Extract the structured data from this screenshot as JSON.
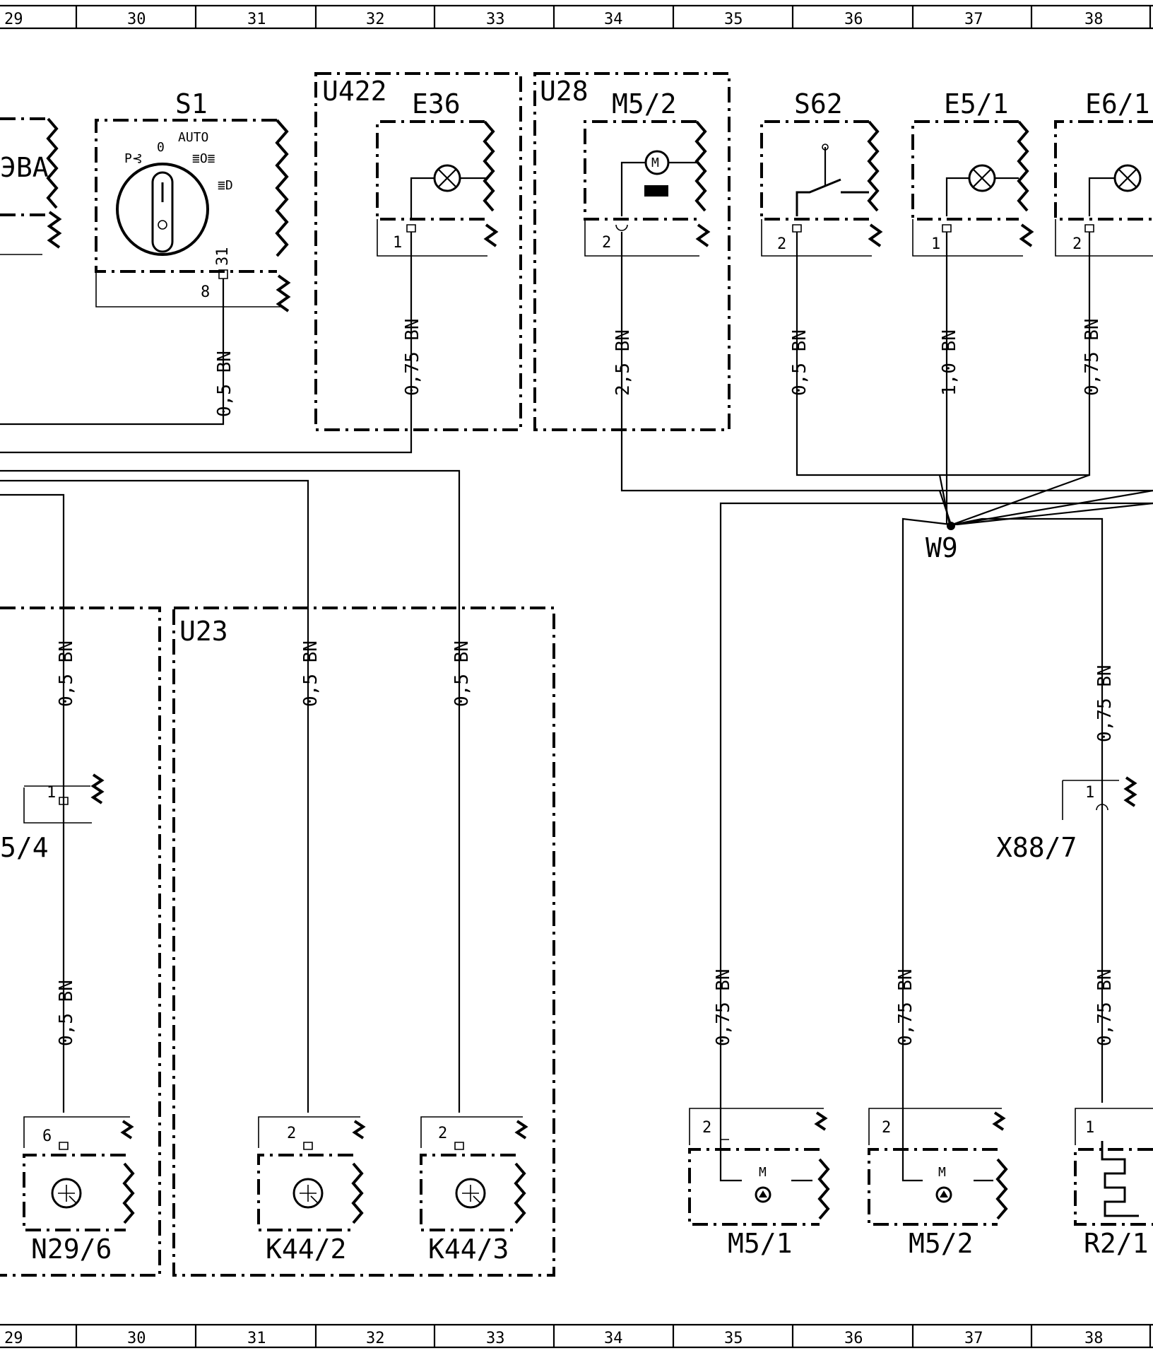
{
  "grid": {
    "columns": [
      "29",
      "30",
      "31",
      "32",
      "33",
      "34",
      "35",
      "36",
      "37",
      "38"
    ]
  },
  "groups": {
    "u422": "U422",
    "u28": "U28",
    "u23": "U23"
  },
  "components": {
    "s1": "S1",
    "e36": "E36",
    "m5_2_top": "M5/2",
    "s62": "S62",
    "e5_1": "E5/1",
    "e6_1": "E6/1",
    "w9": "W9",
    "x88_7": "X88/7",
    "n29_6": "N29/6",
    "k44_2": "K44/2",
    "k44_3": "K44/3",
    "m5_1": "M5/1",
    "m5_2_bottom": "M5/2",
    "r2_1": "R2/1",
    "left_cut_top": "ЭВА",
    "left_cut_mid": "5/4"
  },
  "switch_labels": {
    "auto": "AUTO",
    "off": "0"
  },
  "pins": {
    "s1_a": "31",
    "s1_b": "8",
    "e36": "1",
    "m5_2_top": "2",
    "s62": "2",
    "e5_1": "1",
    "e6_1": "2",
    "left_mid": "1",
    "x88_7": "1",
    "n29_6": "6",
    "k44_2": "2",
    "k44_3": "2",
    "m5_1": "2",
    "m5_2_bottom": "2",
    "r2_1": "1",
    "motor_m": "M"
  },
  "wires": {
    "s1": "0,5 BN",
    "e36": "0,75 BN",
    "m5_2_top": "2,5 BN",
    "s62": "0,5 BN",
    "e5_1": "1,0 BN",
    "e6_1": "0,75 BN",
    "left_upper": "0,5 BN",
    "left_lower": "0,5 BN",
    "k44_2": "0,5 BN",
    "k44_3": "0,5 BN",
    "x88_upper": "0,75 BN",
    "m5_1": "0,75 BN",
    "m5_2_bottom": "0,75 BN",
    "r2_1": "0,75 BN"
  }
}
